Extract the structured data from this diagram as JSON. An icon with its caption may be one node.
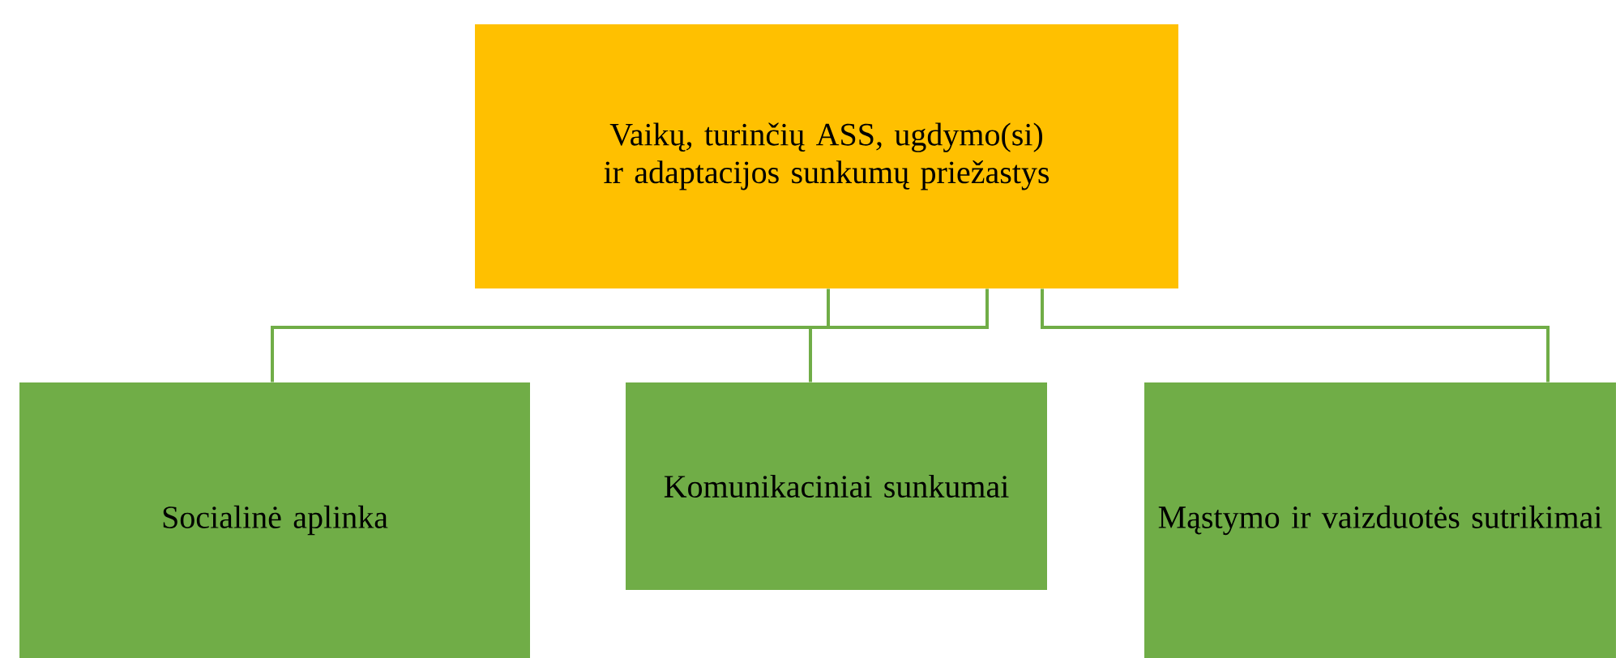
{
  "diagram": {
    "nodes": [
      {
        "text": [
          "Vaikų, turinčių ASS, ugdymo(si) ir adaptacijos sunkumų priežastys"
        ]
      },
      {
        "text": [
          "Socialinė aplinka"
        ]
      },
      {
        "text": [
          "Komunikaciniai sunkumai"
        ]
      },
      {
        "text": [
          "Mąstymo ir vaizduotės sutrikimai"
        ]
      }
    ],
    "edges": [
      {
        "from": 0,
        "to": 1,
        "arrow": "none"
      },
      {
        "from": 0,
        "to": 2,
        "arrow": "none"
      },
      {
        "from": 0,
        "to": 3,
        "arrow": "none"
      }
    ]
  }
}
